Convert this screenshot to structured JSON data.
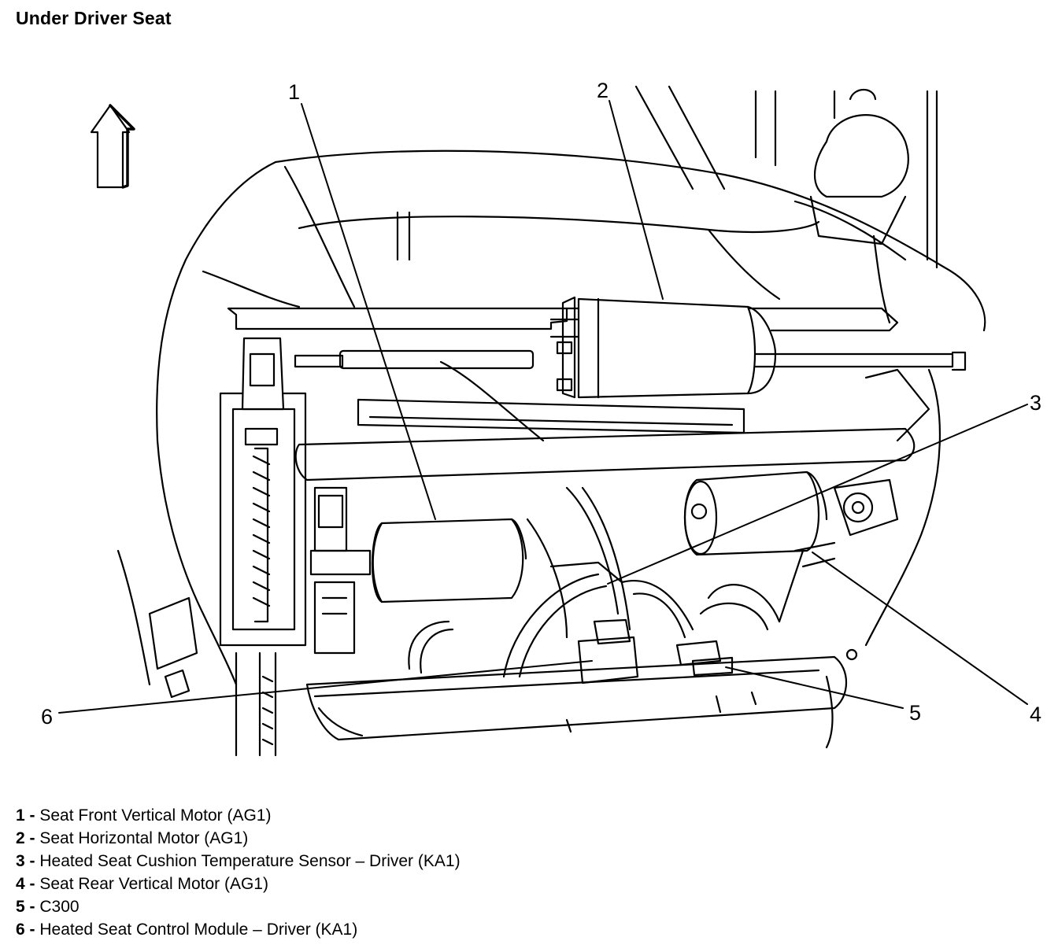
{
  "title": "Under Driver Seat",
  "callouts": [
    "1",
    "2",
    "3",
    "4",
    "5",
    "6"
  ],
  "legend": [
    {
      "num": "1",
      "sep": " - ",
      "text": "Seat Front Vertical Motor (AG1)"
    },
    {
      "num": "2",
      "sep": " - ",
      "text": "Seat Horizontal Motor (AG1)"
    },
    {
      "num": "3",
      "sep": " - ",
      "text": "Heated Seat Cushion Temperature Sensor – Driver (KA1)"
    },
    {
      "num": "4",
      "sep": " - ",
      "text": "Seat Rear Vertical Motor (AG1)"
    },
    {
      "num": "5",
      "sep": " - ",
      "text": "C300"
    },
    {
      "num": "6",
      "sep": " - ",
      "text": "Heated Seat Control Module – Driver (KA1)"
    }
  ],
  "icons": {
    "direction": "up-arrow-icon"
  }
}
